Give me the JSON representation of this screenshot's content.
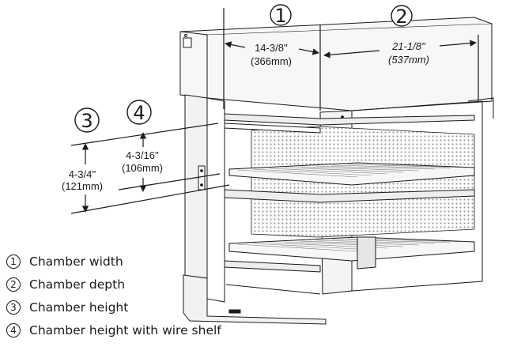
{
  "callouts": [
    "1",
    "2",
    "3",
    "4"
  ],
  "dimensions": {
    "width": {
      "imperial": "14-3/8''",
      "metric": "(366mm)"
    },
    "depth": {
      "imperial": "21-1/8''",
      "metric": "(537mm)"
    },
    "height": {
      "imperial": "4-3/4''",
      "metric": "(121mm)"
    },
    "shelf_height": {
      "imperial": "4-3/16''",
      "metric": "(106mm)"
    }
  },
  "legend": [
    {
      "num": "1",
      "label": "Chamber width"
    },
    {
      "num": "2",
      "label": "Chamber depth"
    },
    {
      "num": "3",
      "label": "Chamber height"
    },
    {
      "num": "4",
      "label": "Chamber height with wire shelf"
    }
  ],
  "colors": {
    "line": "#1a1a1a",
    "fill": "#f2f2f2",
    "mesh": "#d9d9d9"
  }
}
